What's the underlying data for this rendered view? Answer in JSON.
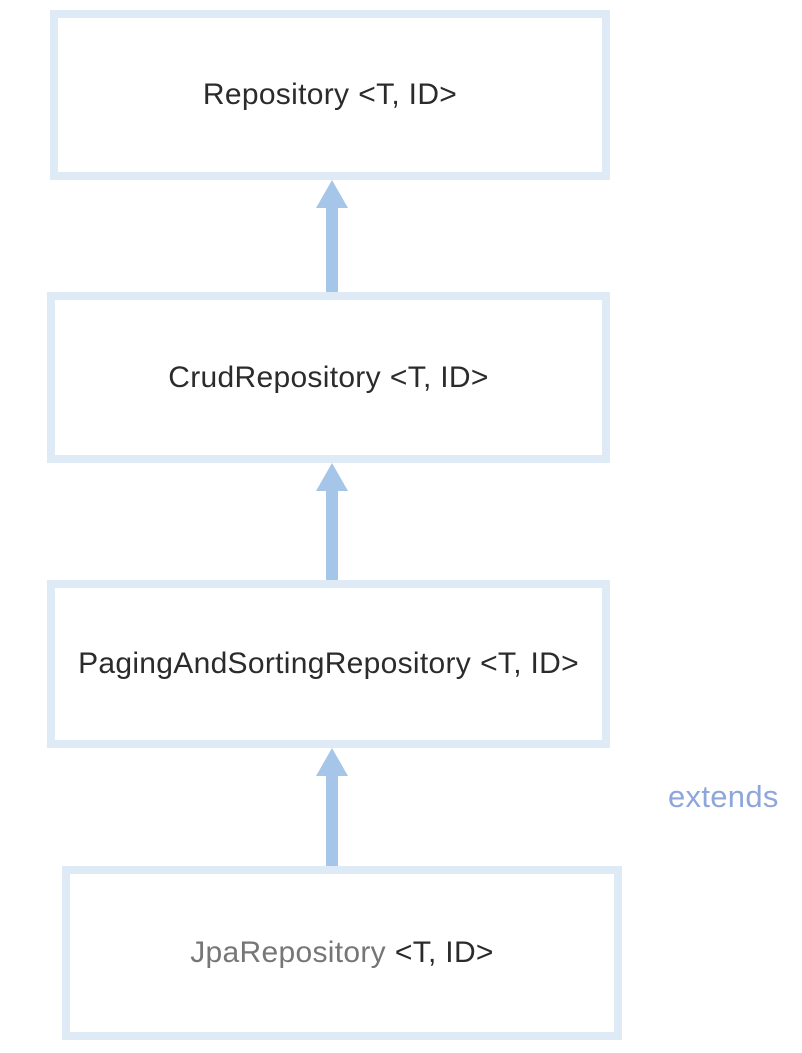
{
  "diagram": {
    "type": "class-hierarchy",
    "edge_label": "extends",
    "nodes": [
      {
        "name": "Repository",
        "generics": "<T, ID>"
      },
      {
        "name": "CrudRepository",
        "generics": "<T, ID>"
      },
      {
        "name": "PagingAndSortingRepository",
        "generics": "<T, ID>"
      },
      {
        "name": "JpaRepository",
        "generics": "<T, ID>"
      }
    ],
    "edges": [
      {
        "from": "CrudRepository",
        "to": "Repository",
        "relation": "extends"
      },
      {
        "from": "PagingAndSortingRepository",
        "to": "CrudRepository",
        "relation": "extends"
      },
      {
        "from": "JpaRepository",
        "to": "PagingAndSortingRepository",
        "relation": "extends"
      }
    ],
    "colors": {
      "box_border": "#dfeaf7",
      "arrow": "#a6c6e9",
      "extends_label": "#8ea6da",
      "text_dark": "#2b2b2b",
      "text_gray": "#767676",
      "background": "#ffffff"
    }
  }
}
